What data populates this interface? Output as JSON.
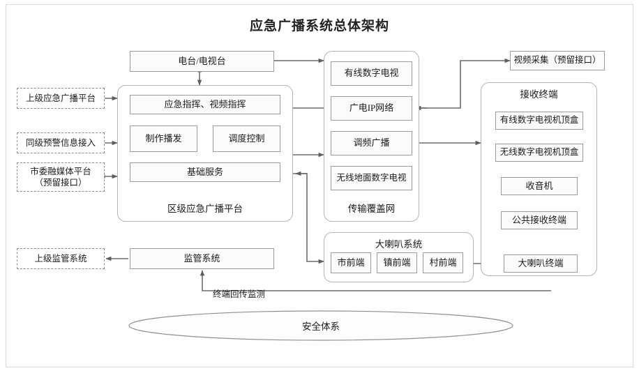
{
  "diagram": {
    "title": "应急广播系统总体架构",
    "external_inputs": [
      {
        "label": "上级应急广播平台"
      },
      {
        "label": "同级预警信息接入"
      },
      {
        "label": "市委融媒体平台\n（预留接口）"
      }
    ],
    "top_boxes": {
      "broadcaster": "电台/电视台",
      "video_capture": "视频采集（预留接口）"
    },
    "platform": {
      "caption": "区级应急广播平台",
      "modules": [
        "应急指挥、视频指挥",
        "制作播发",
        "调度控制",
        "基础服务"
      ]
    },
    "transmission": {
      "caption": "传输覆盖网",
      "items": [
        "有线数字电视",
        "广电IP网络",
        "调频广播",
        "无线地面数字电视"
      ]
    },
    "terminals": {
      "caption": "接收终端",
      "items": [
        "有线数字电视机顶盒",
        "无线数字电视机顶盒",
        "收音机",
        "公共接收终端",
        "大喇叭终端"
      ]
    },
    "loudspeaker": {
      "caption": "大喇叭系统",
      "items": [
        "市前端",
        "镇前端",
        "村前端"
      ]
    },
    "supervision": {
      "upper": "上级监管系统",
      "system": "监管系统",
      "feedback_label": "终端回传监测"
    },
    "security": {
      "label": "安全体系"
    },
    "colors": {
      "line": "#6b6b6b",
      "box_border": "#9b9b9b",
      "group_border": "#b4b4b4",
      "dashed_border": "#8a8a8a",
      "box_fill": "#fbfbfb",
      "page_bg": "#ffffff",
      "text": "#1a1a1a"
    }
  }
}
